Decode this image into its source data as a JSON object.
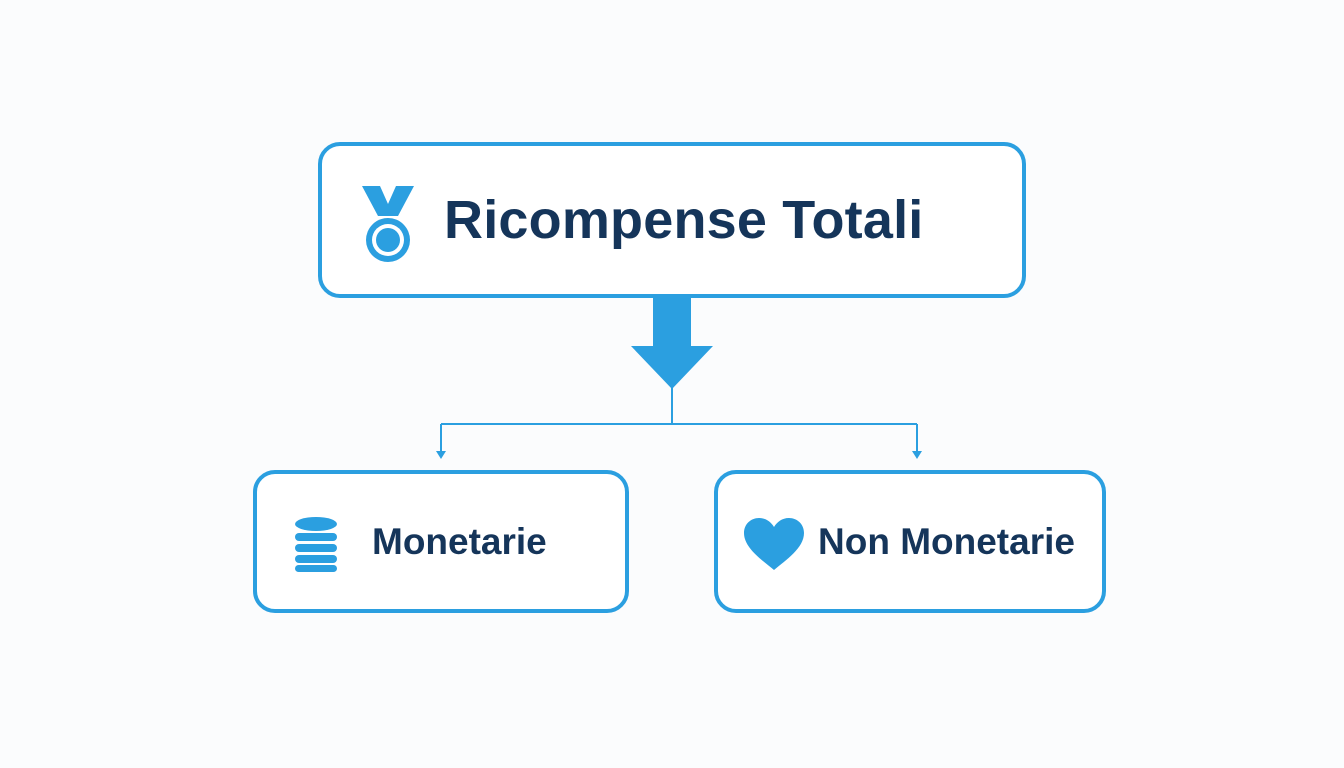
{
  "diagram": {
    "root": {
      "label": "Ricompense Totali",
      "icon": "medal-icon"
    },
    "children": [
      {
        "label": "Monetarie",
        "icon": "coins-icon"
      },
      {
        "label": "Non Monetarie",
        "icon": "heart-icon"
      }
    ]
  },
  "colors": {
    "accent": "#2b9fe0",
    "text": "#15355a",
    "background": "#fbfcfd"
  }
}
